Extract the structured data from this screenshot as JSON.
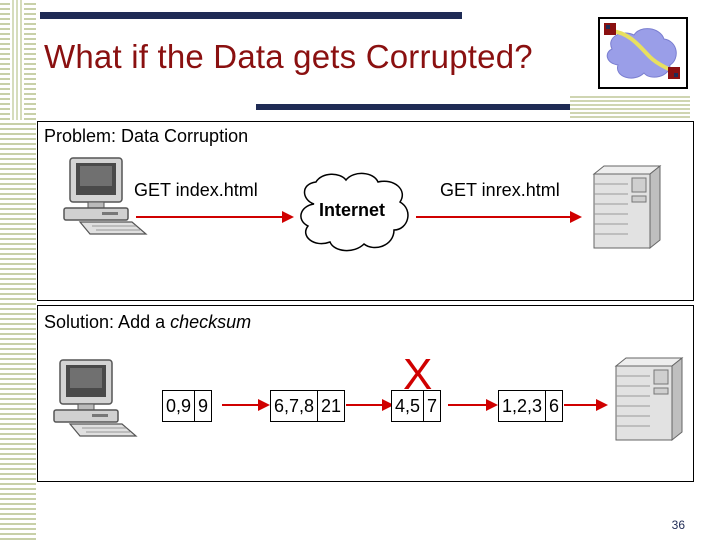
{
  "slide": {
    "title": "What if the Data gets Corrupted?",
    "page_number": "36"
  },
  "problem_panel": {
    "heading": "Problem: Data Corruption",
    "request_sent": "GET index.html",
    "cloud_label": "Internet",
    "request_received": "GET inrex.html"
  },
  "solution_panel": {
    "heading_prefix": "Solution: Add a ",
    "heading_emphasis": "checksum",
    "packets": [
      {
        "data": "0,9",
        "checksum": "9"
      },
      {
        "data": "6,7,8",
        "checksum": "21"
      },
      {
        "data": "4,5",
        "checksum": "7"
      },
      {
        "data": "1,2,3",
        "checksum": "6"
      }
    ],
    "corruption_mark": "X"
  },
  "colors": {
    "title": "#8a1010",
    "bar": "#1f2b55",
    "arrow": "#d00000"
  },
  "icons": [
    "desktop-computer-icon",
    "server-tower-icon",
    "internet-cloud-icon",
    "network-logo-icon"
  ]
}
